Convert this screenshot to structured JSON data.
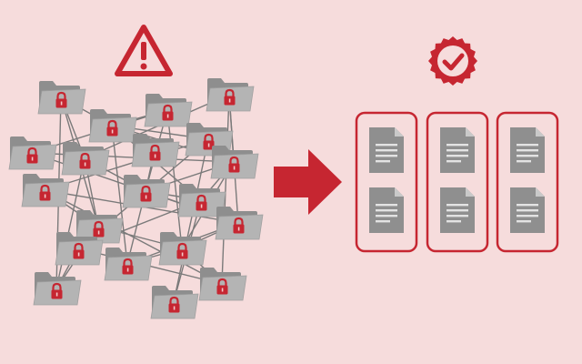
{
  "colors": {
    "background": "#f6dcdc",
    "accent_red": "#c62631",
    "folder_back": "#8e8e8e",
    "folder_front": "#b4b4b4",
    "document": "#8f8f8f",
    "link_line": "#7a7a7a"
  },
  "icons": {
    "warning": "warning-icon",
    "verified": "verified-badge-icon",
    "arrow": "arrow-right-icon",
    "locked_folder": "locked-folder-icon",
    "document": "document-icon"
  },
  "left_panel": {
    "state": "disorganized",
    "locked_folder_count": 20,
    "link_count": 46
  },
  "right_panel": {
    "state": "organized",
    "columns": [
      {
        "documents": 2
      },
      {
        "documents": 2
      },
      {
        "documents": 2
      }
    ]
  }
}
